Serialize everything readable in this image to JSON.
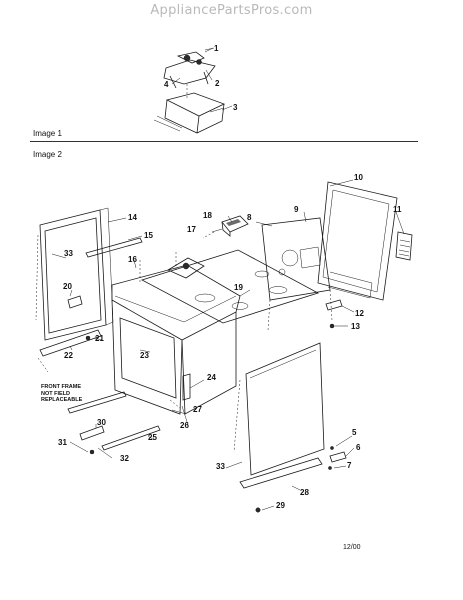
{
  "watermark": "AppliancePartsPros.com",
  "sections": [
    {
      "label": "Image 1"
    },
    {
      "label": "Image 2"
    }
  ],
  "callouts": [
    "1",
    "2",
    "3",
    "4",
    "5",
    "6",
    "7",
    "8",
    "9",
    "10",
    "11",
    "12",
    "13",
    "14",
    "15",
    "16",
    "17",
    "18",
    "19",
    "20",
    "21",
    "22",
    "23",
    "24",
    "25",
    "26",
    "27",
    "28",
    "29",
    "30",
    "31",
    "32",
    "33",
    "33"
  ],
  "note": {
    "lines": [
      "FRONT FRAME",
      "NOT FIELD",
      "REPLACEABLE"
    ]
  },
  "date_code": "12/00"
}
